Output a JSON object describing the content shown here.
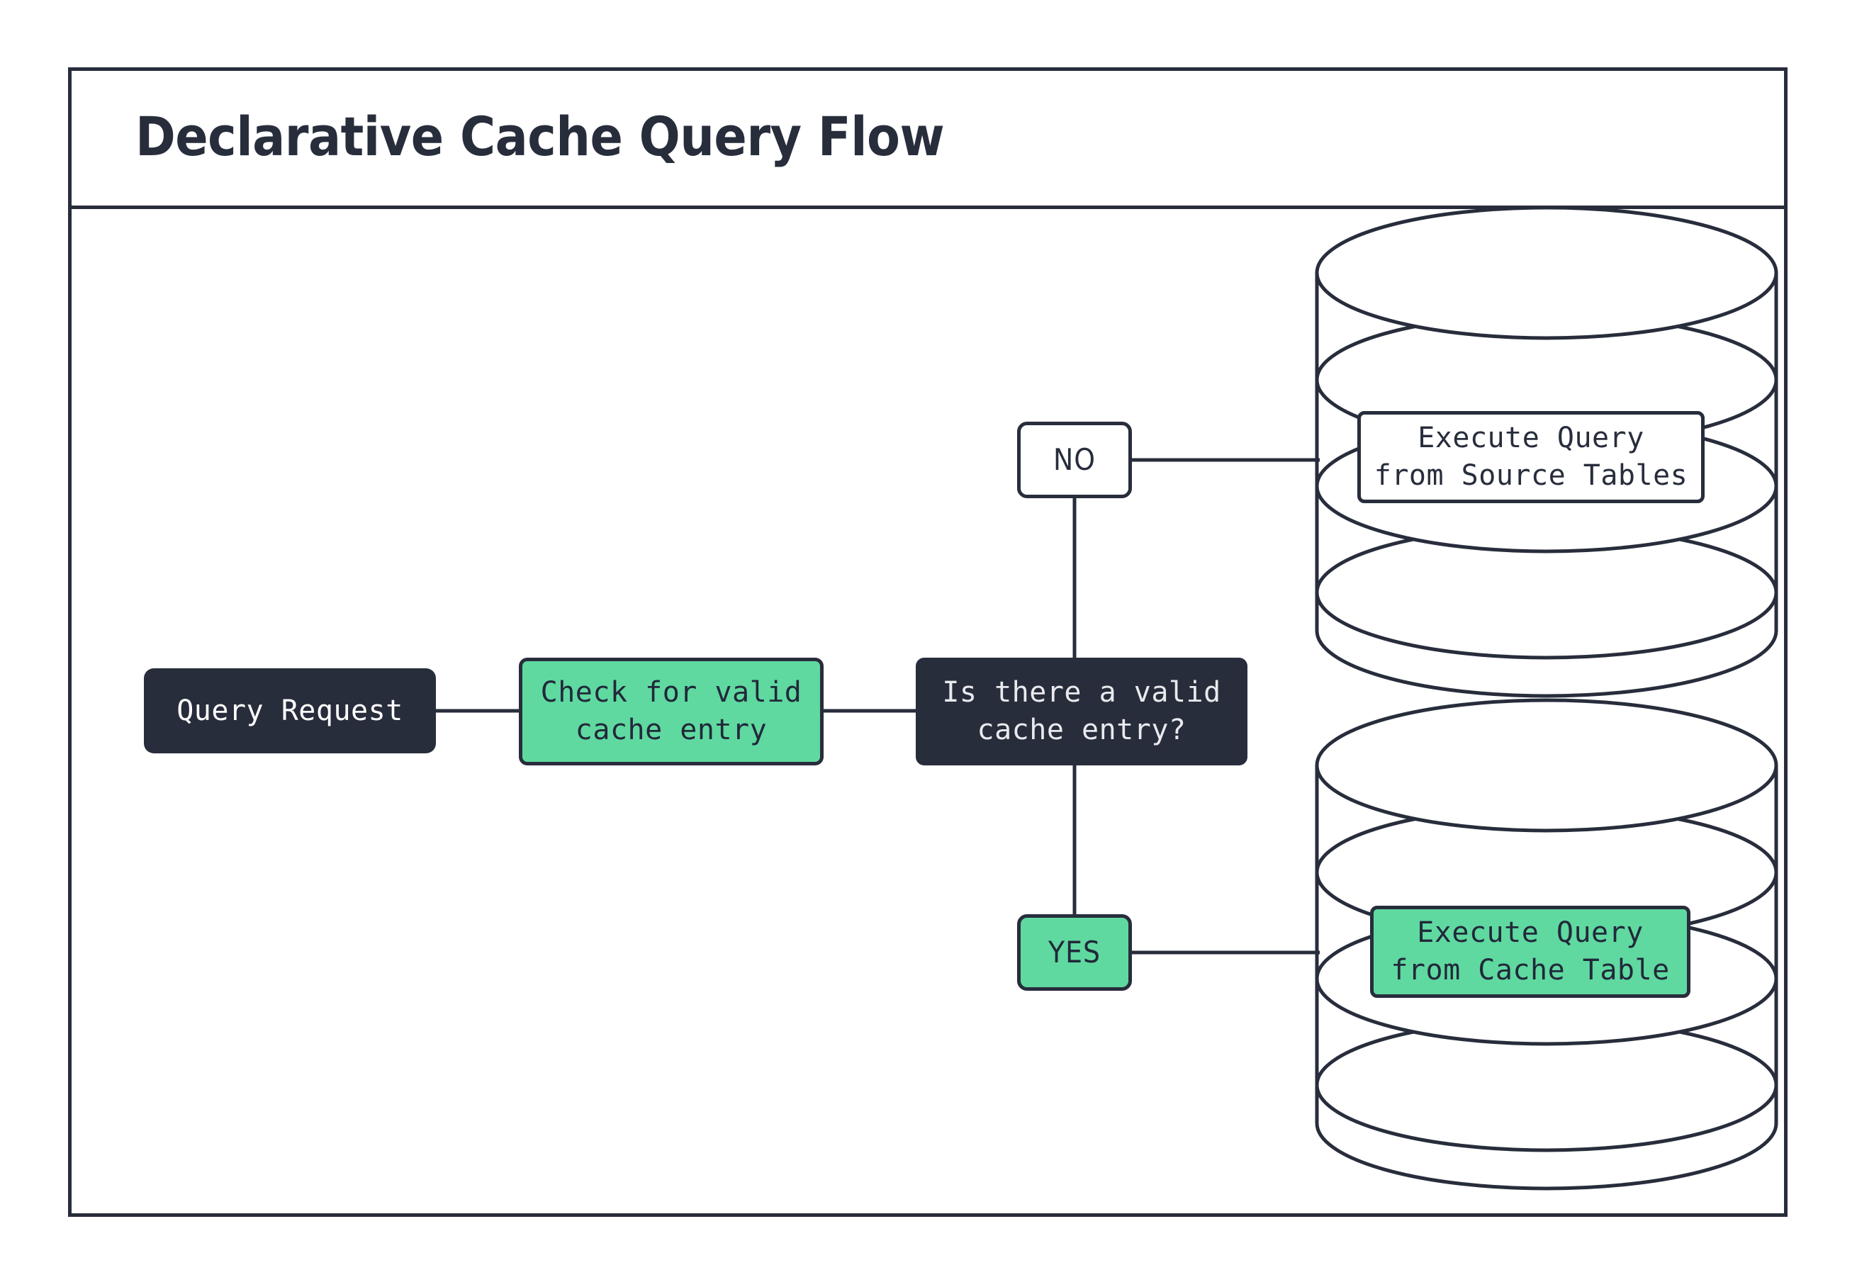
{
  "header": {
    "title": "Declarative Cache Query Flow"
  },
  "colors": {
    "ink": "#282d3c",
    "accent_green": "#5fd9a0",
    "paper": "#ffffff",
    "dark_text": "#e9eaee"
  },
  "diagram": {
    "type": "flowchart",
    "nodes": [
      {
        "id": "query-request",
        "label": "Query Request",
        "shape": "rounded-rect",
        "style": "dark"
      },
      {
        "id": "check-cache",
        "label": "Check for valid\ncache entry",
        "shape": "rounded-rect",
        "style": "green"
      },
      {
        "id": "decision",
        "label": "Is there a valid\ncache entry?",
        "shape": "rounded-rect",
        "style": "dark"
      },
      {
        "id": "no-label",
        "label": "NO",
        "shape": "rounded-rect",
        "style": "white"
      },
      {
        "id": "yes-label",
        "label": "YES",
        "shape": "rounded-rect",
        "style": "green"
      },
      {
        "id": "exec-source",
        "label": "Execute Query\nfrom Source Tables",
        "shape": "rounded-rect",
        "style": "white",
        "container": "database-cylinder"
      },
      {
        "id": "exec-cache",
        "label": "Execute Query\nfrom Cache Table",
        "shape": "rounded-rect",
        "style": "green",
        "container": "database-cylinder"
      }
    ],
    "edges": [
      {
        "from": "query-request",
        "to": "check-cache",
        "label": ""
      },
      {
        "from": "check-cache",
        "to": "decision",
        "label": ""
      },
      {
        "from": "decision",
        "to": "no-label",
        "label": "NO"
      },
      {
        "from": "no-label",
        "to": "exec-source",
        "label": ""
      },
      {
        "from": "decision",
        "to": "yes-label",
        "label": "YES"
      },
      {
        "from": "yes-label",
        "to": "exec-cache",
        "label": ""
      }
    ],
    "containers": [
      {
        "id": "cylinder-source",
        "kind": "database-cylinder",
        "holds": "exec-source"
      },
      {
        "id": "cylinder-cache",
        "kind": "database-cylinder",
        "holds": "exec-cache"
      }
    ]
  }
}
